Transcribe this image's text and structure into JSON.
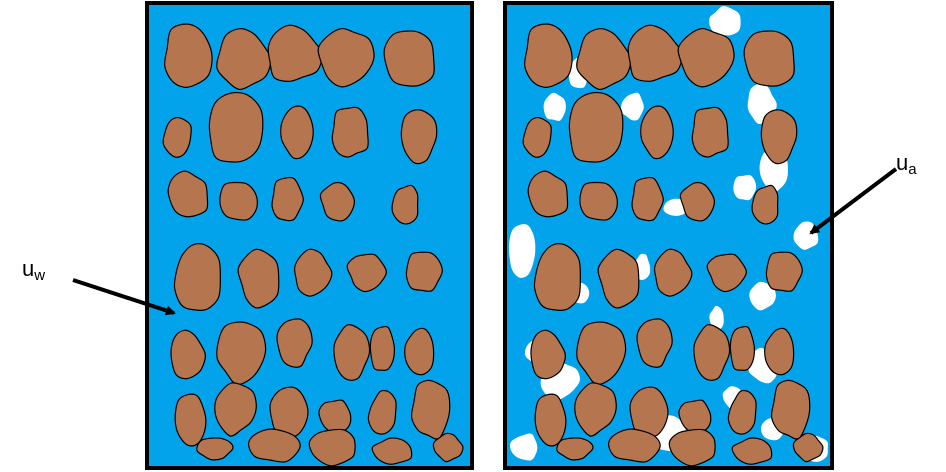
{
  "labels": {
    "water_pressure": {
      "base": "u",
      "sub": "w"
    },
    "air_pressure": {
      "base": "u",
      "sub": "a"
    }
  },
  "colors": {
    "water": "#02A3EA",
    "soil": "#B5754F",
    "air": "#FFFFFF",
    "outline": "#000000"
  }
}
